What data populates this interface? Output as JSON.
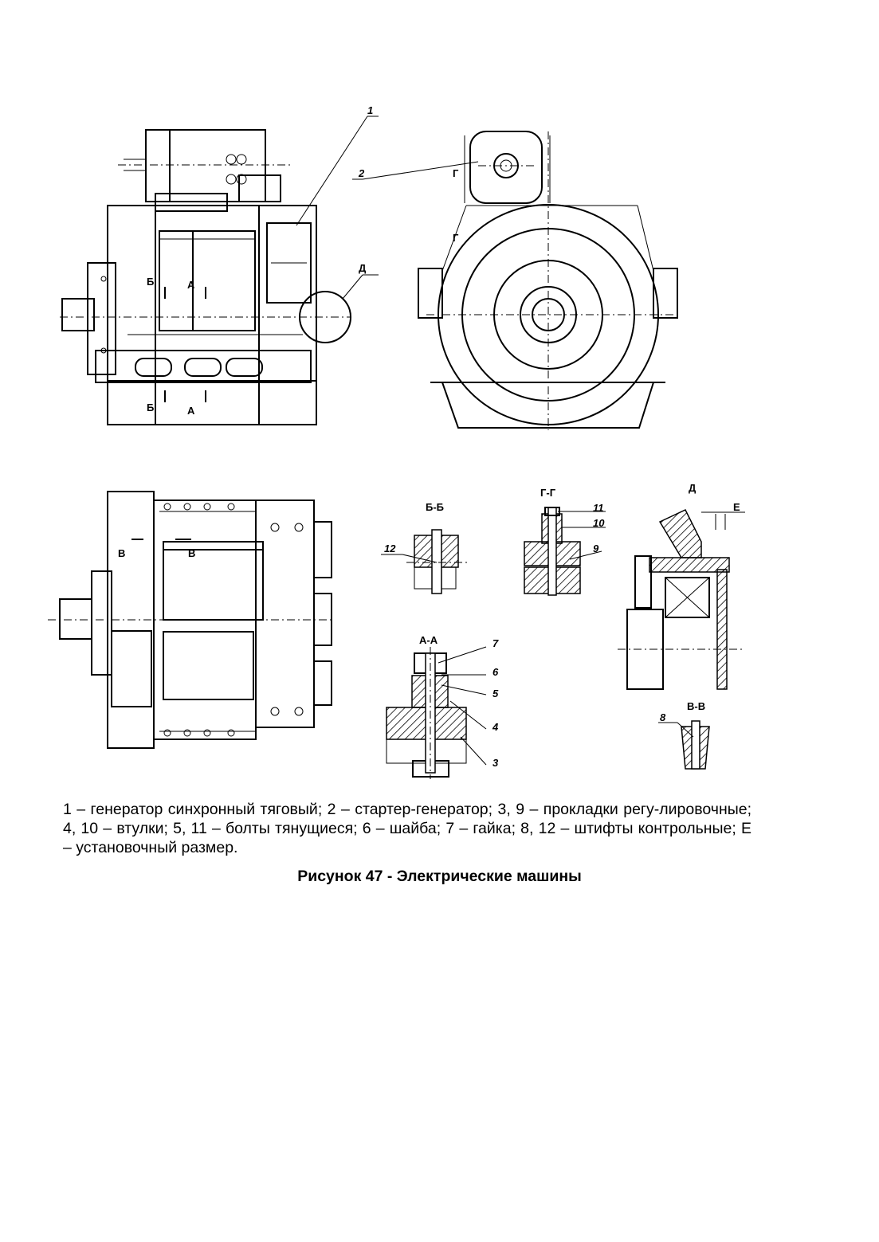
{
  "callouts": [
    "1",
    "2",
    "3",
    "4",
    "5",
    "6",
    "7",
    "8",
    "9",
    "10",
    "11",
    "12"
  ],
  "view_labels": {
    "section_bb": "Б-Б",
    "section_gg": "Г-Г",
    "section_aa": "А-А",
    "section_vv": "В-В",
    "detail_d": "Д",
    "dim_e": "Е"
  },
  "section_marks": {
    "b": "Б",
    "a": "А",
    "g": "Г",
    "v": "В",
    "d": "Д"
  },
  "caption": "1 – генератор синхронный тяговый; 2 – стартер-генератор; 3, 9 – прокладки регу-лировочные; 4, 10 – втулки; 5, 11 – болты тянущиеся; 6 – шайба; 7 – гайка; 8, 12 – штифты контрольные; Е – установочный размер.",
  "figure_title": "Рисунок 47 - Электрические машины"
}
